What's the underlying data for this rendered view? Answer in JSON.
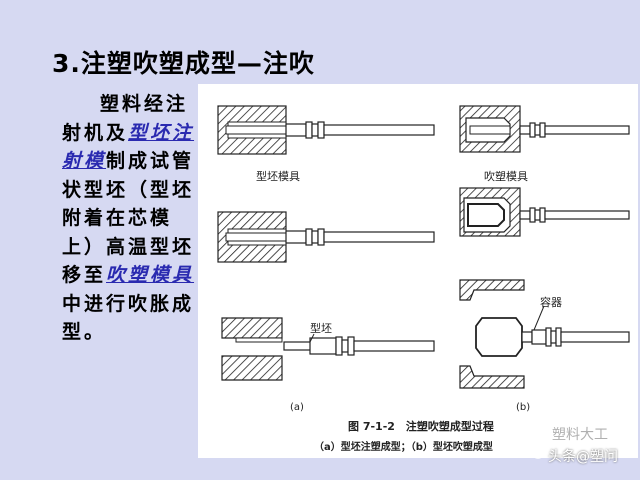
{
  "slide": {
    "title": "3.注塑吹塑成型—注吹",
    "paragraph": {
      "part1": "塑料经注射机及",
      "link1": "型坯注射模",
      "part2": "制成试管状型坯（型坯附着在芯模上）高温型坯移至",
      "link2": "吹塑模具",
      "part3": "中进行吹胀成型。"
    }
  },
  "figure": {
    "label_parison_mold": "型坯模具",
    "label_blow_mold": "吹塑模具",
    "label_parison": "型坯",
    "label_container": "容器",
    "label_a": "(a)",
    "label_b": "(b)",
    "caption_title": "图 7-1-2　注塑吹塑成型过程",
    "caption_sub": "（a）型坯注塑成型；（b）型坯吹塑成型"
  },
  "watermark": {
    "text": "头条@塑问",
    "faint": "塑料大工"
  },
  "colors": {
    "background": "#d6d9f2",
    "link": "#2a2ab0"
  }
}
